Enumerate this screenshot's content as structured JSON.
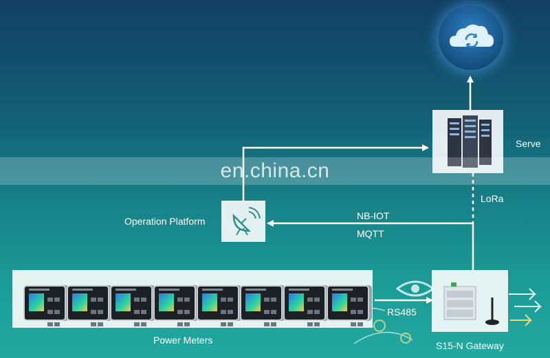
{
  "watermark": "en.china.cn",
  "nodes": {
    "server": {
      "label": "Serve",
      "icon": "server-rack-icon"
    },
    "cloud": {
      "icon": "cloud-sync-icon"
    },
    "operation_platform": {
      "label": "Operation Platform",
      "icon": "satellite-dish-icon"
    },
    "gateway": {
      "label": "S15-N Gateway",
      "icon": "gateway-device-icon"
    },
    "power_meters": {
      "label": "Power Meters",
      "icon": "power-meter-icon"
    }
  },
  "links": {
    "lora": "LoRa",
    "nbiot": "NB-IOT",
    "mqtt": "MQTT",
    "rs485": "RS485"
  },
  "colors": {
    "background_top": "#123f63",
    "background_bottom": "#22a9a0",
    "line": "#ffffff"
  }
}
